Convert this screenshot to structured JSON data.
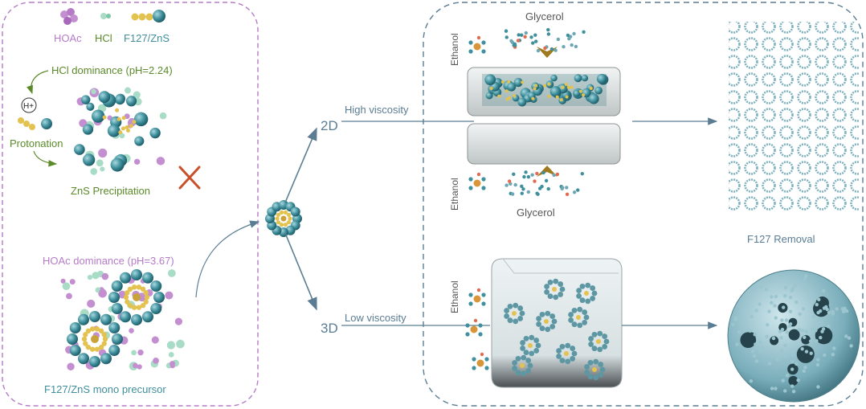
{
  "legend": {
    "hoac": "HOAc",
    "hcl": "HCl",
    "f127_zns": "F127/ZnS"
  },
  "hcl_panel": {
    "title": "HCl dominance (pH=2.24)",
    "proton_label": "H+",
    "protonation": "Protonation",
    "precipitation": "ZnS Precipitation"
  },
  "hoac_panel": {
    "title": "HOAc dominance (pH=3.67)",
    "caption": "F127/ZnS mono precursor"
  },
  "branches": {
    "two_d": {
      "label": "2D",
      "viscosity": "High viscosity"
    },
    "three_d": {
      "label": "3D",
      "viscosity": "Low viscosity"
    }
  },
  "solvents": {
    "glycerol": "Glycerol",
    "ethanol": "Ethanol"
  },
  "removal": "F127 Removal",
  "colors": {
    "purple": "#b57bc7",
    "green": "#5b8a2a",
    "teal": "#3f8f9c",
    "gold": "#d8b44a",
    "arrow": "#5a7d93",
    "cross": "#c8502a"
  }
}
